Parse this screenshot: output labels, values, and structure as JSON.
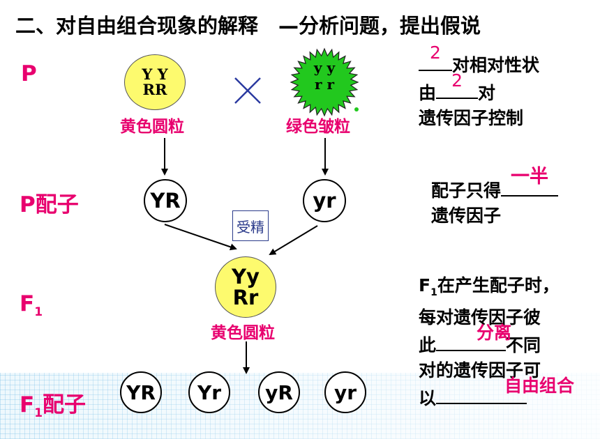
{
  "title": "二、对自由组合现象的解释　—分析问题，提出假说",
  "generations": {
    "p": "P",
    "p_gamete": "P配子",
    "f1_base": "F",
    "f1_sub": "1",
    "f1_gamete_base": "F",
    "f1_gamete_sub": "1",
    "f1_gamete_suffix": "配子"
  },
  "parents": {
    "left": {
      "line1": "Y Y",
      "line2": "RR",
      "phenotype": "黄色圆粒"
    },
    "right": {
      "line1": "y y",
      "line2": "r r",
      "phenotype": "绿色皱粒"
    },
    "cross_symbol": "╳"
  },
  "p_gametes": [
    "YR",
    "yr"
  ],
  "fertilization_label": "受精",
  "f1": {
    "line1": "Yy",
    "line2": "Rr",
    "phenotype": "黄色圆粒"
  },
  "f1_gametes": [
    "YR",
    "Yr",
    "yR",
    "yr"
  ],
  "notes": {
    "n1_l1_post": "对相对性状",
    "n1_l1_ans": "2",
    "n1_l2_pre": "由",
    "n1_l2_ans": "2",
    "n1_l2_post": "对",
    "n1_l3": "遗传因子控制",
    "n2_l1_pre": "配子只得",
    "n2_l1_ans": "一半",
    "n2_l2": "遗传因子",
    "n3_l1_base": "F",
    "n3_l1_sub": "1",
    "n3_l1_post": "在产生配子时，",
    "n3_l2": "每对遗传因子彼",
    "n3_l3_pre": "此",
    "n3_l3_ans": "分离",
    "n3_l3_post": "不同",
    "n3_l4": "对的遗传因子可",
    "n3_l5_pre": "以",
    "n3_l5_ans": "自由组合"
  },
  "colors": {
    "accent_pink": "#e8006e",
    "yellow_seed": "#fdfa6e",
    "green_seed": "#22c81e"
  }
}
